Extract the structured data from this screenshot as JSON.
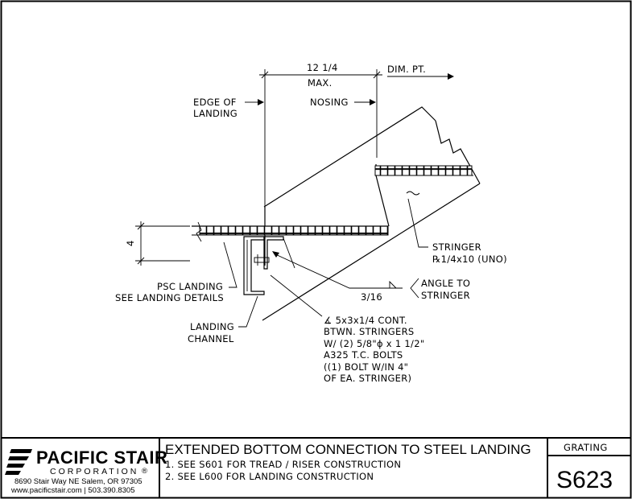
{
  "drawing": {
    "dimensions": {
      "width": "12 1/4",
      "max": "MAX.",
      "dim_pt": "DIM. PT.",
      "height": "4"
    },
    "labels": {
      "edge_of_landing": [
        "EDGE OF",
        "LANDING"
      ],
      "nosing": "NOSING",
      "stringer": [
        "STRINGER",
        "℞1/4x10 (UNO)"
      ],
      "weld_size": "3/16",
      "angle_to_stringer": [
        "ANGLE TO",
        "STRINGER"
      ],
      "psc_landing": [
        "PSC LANDING",
        "SEE LANDING DETAILS"
      ],
      "landing_channel": [
        "LANDING",
        "CHANNEL"
      ],
      "angle_note": [
        "∡ 5x3x1/4 CONT.",
        "BTWN. STRINGERS",
        "W/ (2) 5/8\"ϕ x 1 1/2\"",
        "A325 T.C. BOLTS",
        "((1) BOLT W/IN 4\"",
        "OF EA. STRINGER)"
      ]
    }
  },
  "title_block": {
    "company": {
      "name": "PACIFIC STAIR",
      "subtitle": "CORPORATION",
      "registered": "®",
      "address": "8690 Stair Way NE Salem, OR 97305",
      "contact": "www.pacificstair.com  |  503.390.8305"
    },
    "title": "EXTENDED BOTTOM CONNECTION TO STEEL LANDING",
    "notes": [
      "1. SEE S601 FOR TREAD / RISER CONSTRUCTION",
      "2. SEE L600 FOR LANDING CONSTRUCTION"
    ],
    "category": "GRATING",
    "sheet_number": "S623"
  }
}
